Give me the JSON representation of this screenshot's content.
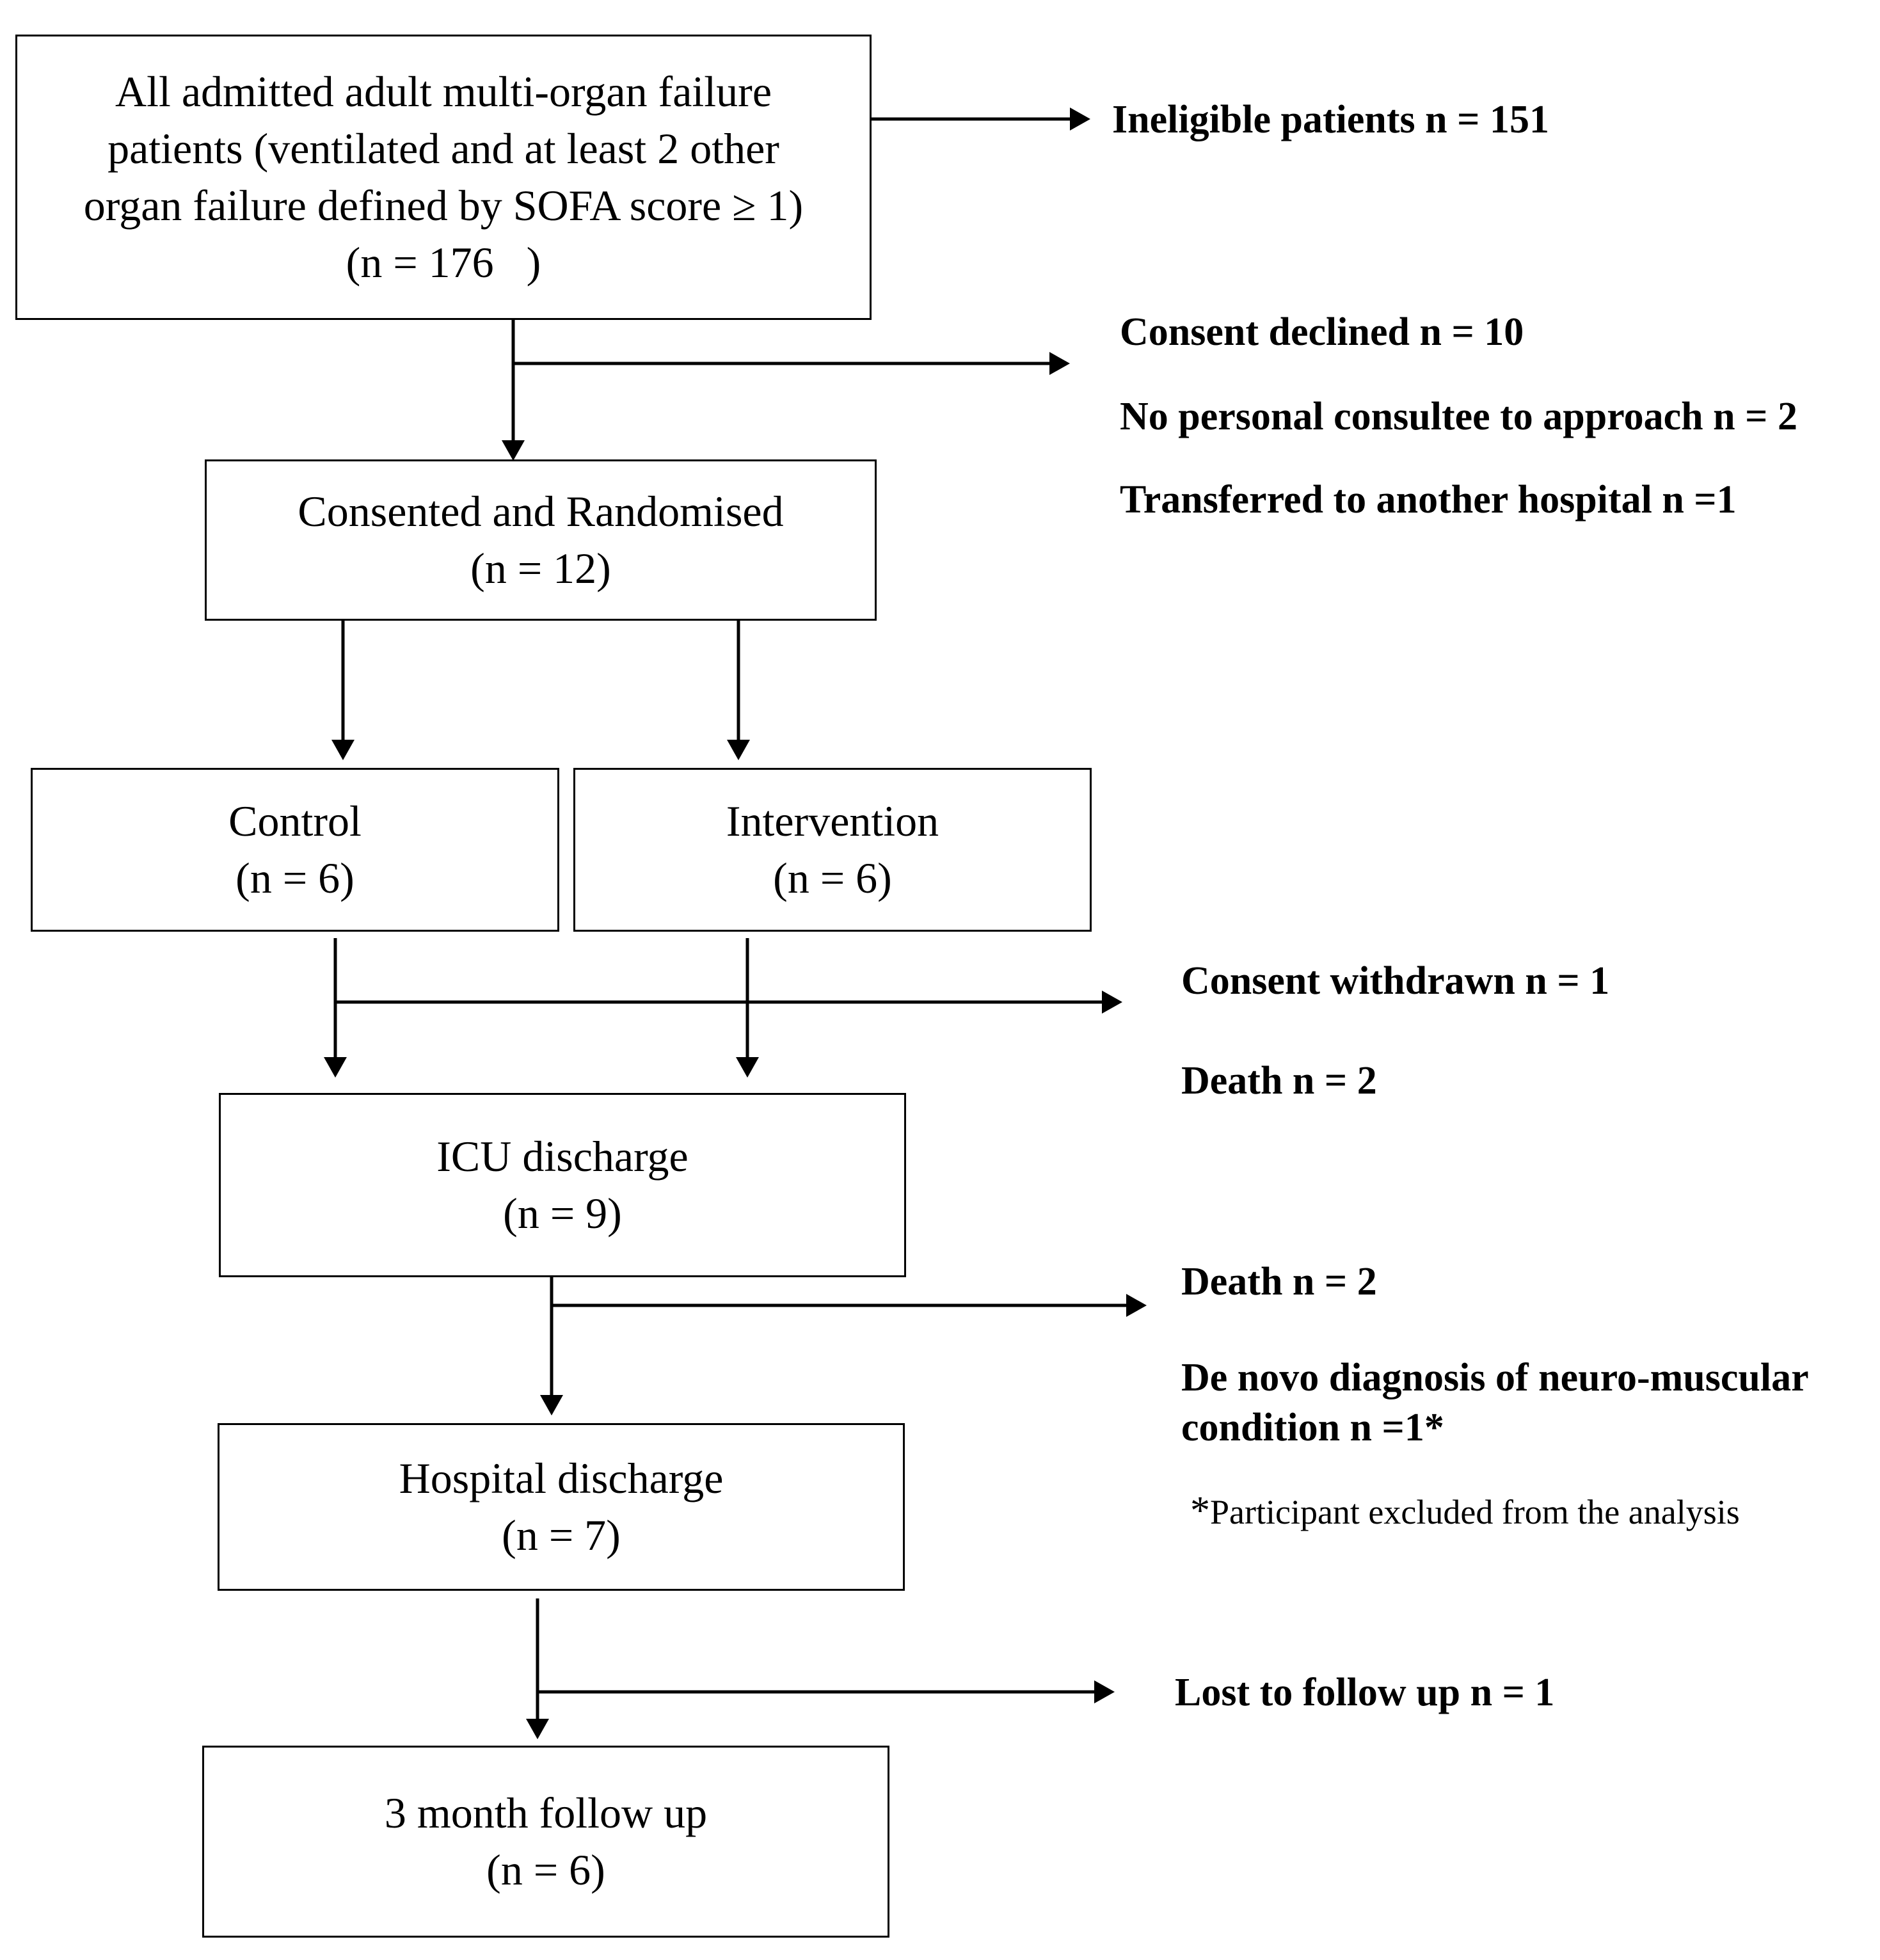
{
  "boxes": {
    "admitted": {
      "lines": [
        "All admitted adult multi-organ failure",
        "patients (ventilated and at least 2 other",
        "organ failure defined by SOFA score ≥ 1)",
        "(n = 176   )"
      ]
    },
    "randomised": {
      "lines": [
        "Consented and Randomised",
        "(n = 12)"
      ]
    },
    "control": {
      "lines": [
        "Control",
        "(n = 6)"
      ]
    },
    "intervention": {
      "lines": [
        "Intervention",
        "(n = 6)"
      ]
    },
    "icu": {
      "lines": [
        "ICU discharge",
        "(n = 9)"
      ]
    },
    "hospital": {
      "lines": [
        "Hospital discharge",
        "(n = 7)"
      ]
    },
    "followup": {
      "lines": [
        "3 month follow up",
        "(n = 6)"
      ]
    }
  },
  "exclusions": {
    "ineligible": "Ineligible patients n = 151",
    "consent_declined": "Consent declined n = 10",
    "no_consultee": "No personal consultee to approach n = 2",
    "transferred": "Transferred to another hospital n =1",
    "consent_withdrawn": "Consent withdrawn n = 1",
    "death_icu": "Death n = 2",
    "death_hospital": "Death n = 2",
    "de_novo_1": "De novo diagnosis of neuro-muscular",
    "de_novo_2": "condition n =1*",
    "footnote_star": "*",
    "footnote_text": "Participant excluded from the analysis",
    "lost": "Lost to follow up n = 1"
  }
}
